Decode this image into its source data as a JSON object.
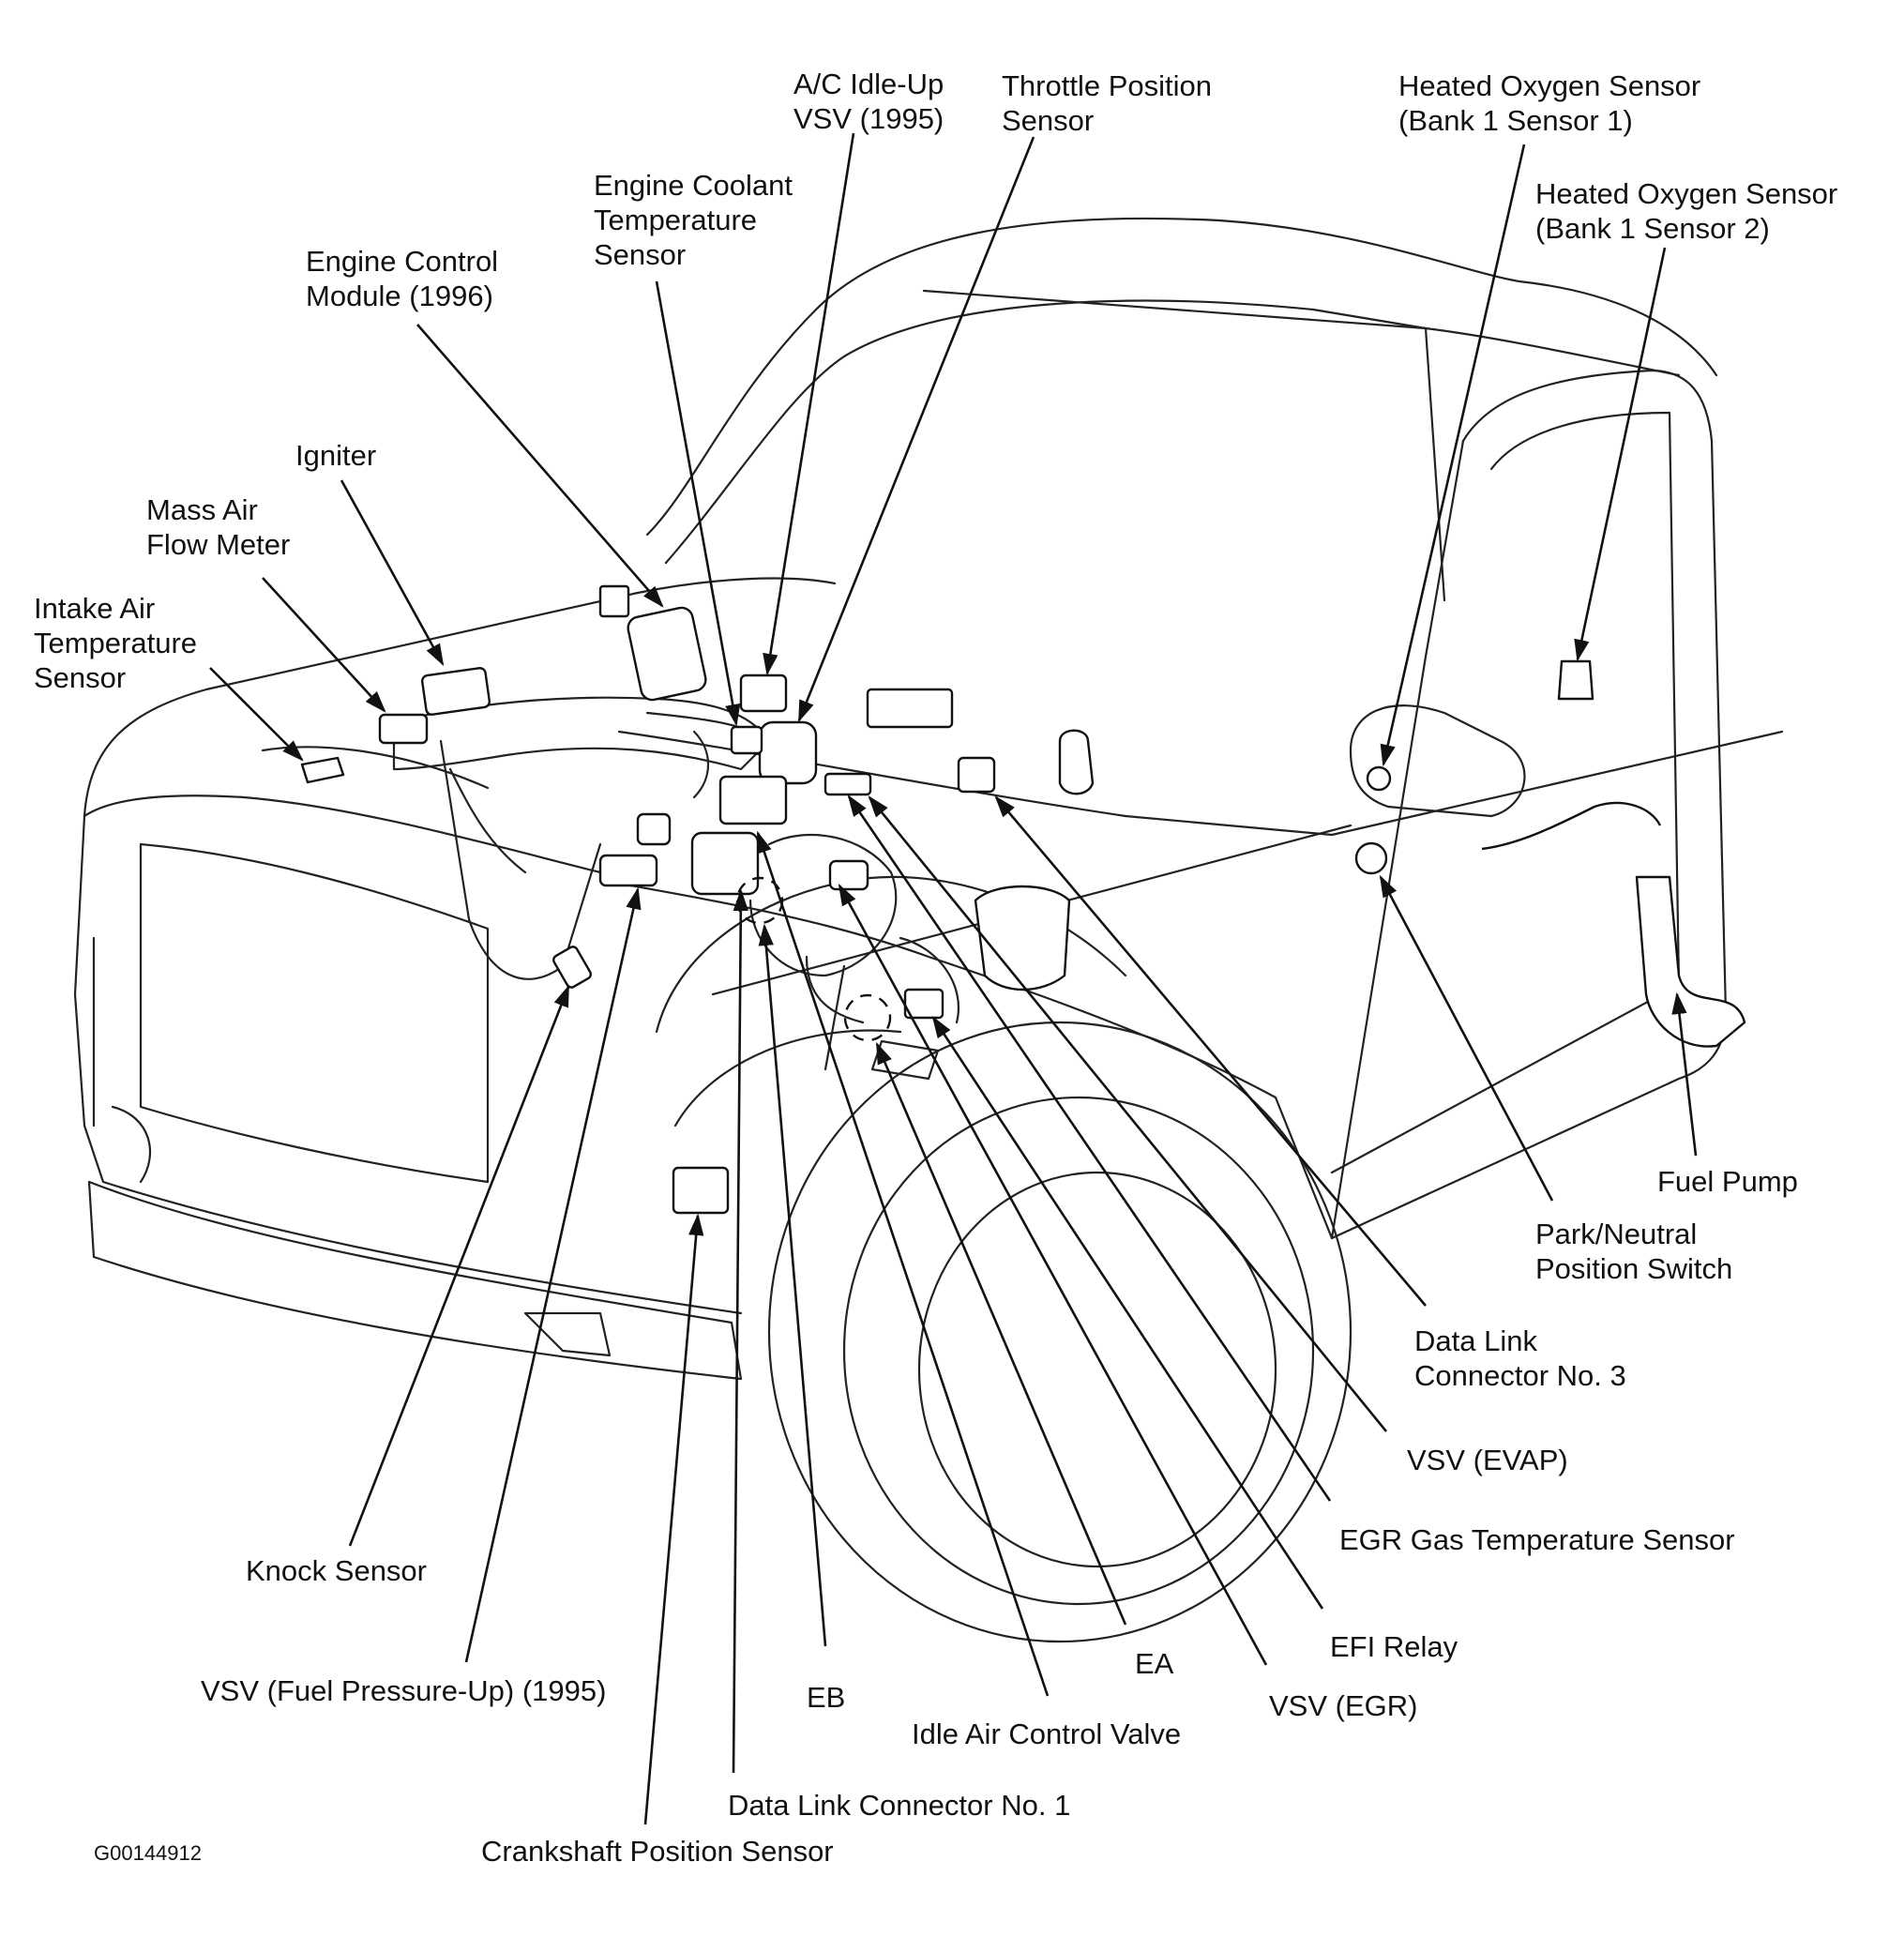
{
  "figure_id": "G00144912",
  "labels": {
    "ac_idle_up_vsv": [
      "A/C Idle-Up",
      "VSV (1995)"
    ],
    "throttle_position_sensor": [
      "Throttle Position",
      "Sensor"
    ],
    "heated_o2_b1s1": [
      "Heated Oxygen Sensor",
      "(Bank 1 Sensor 1)"
    ],
    "heated_o2_b1s2": [
      "Heated Oxygen Sensor",
      "(Bank 1 Sensor 2)"
    ],
    "engine_coolant_temp_sensor": [
      "Engine Coolant",
      "Temperature",
      "Sensor"
    ],
    "engine_control_module": [
      "Engine Control",
      "Module (1996)"
    ],
    "igniter": [
      "Igniter"
    ],
    "mass_air_flow_meter": [
      "Mass Air",
      "Flow Meter"
    ],
    "intake_air_temp_sensor": [
      "Intake Air",
      "Temperature",
      "Sensor"
    ],
    "fuel_pump": [
      "Fuel Pump"
    ],
    "park_neutral_switch": [
      "Park/Neutral",
      "Position Switch"
    ],
    "data_link_connector_3": [
      "Data Link",
      "Connector No. 3"
    ],
    "vsv_evap": [
      "VSV (EVAP)"
    ],
    "egr_gas_temp_sensor": [
      "EGR Gas Temperature Sensor"
    ],
    "efi_relay": [
      "EFI  Relay"
    ],
    "vsv_egr": [
      "VSV (EGR)"
    ],
    "ea": [
      "EA"
    ],
    "idle_air_control_valve": [
      "Idle Air Control Valve"
    ],
    "eb": [
      "EB"
    ],
    "data_link_connector_1": [
      "Data Link Connector  No. 1"
    ],
    "crankshaft_position_sensor": [
      "Crankshaft Position Sensor"
    ],
    "vsv_fuel_pressure_up": [
      "VSV (Fuel Pressure-Up) (1995)"
    ],
    "knock_sensor": [
      "Knock Sensor"
    ]
  }
}
